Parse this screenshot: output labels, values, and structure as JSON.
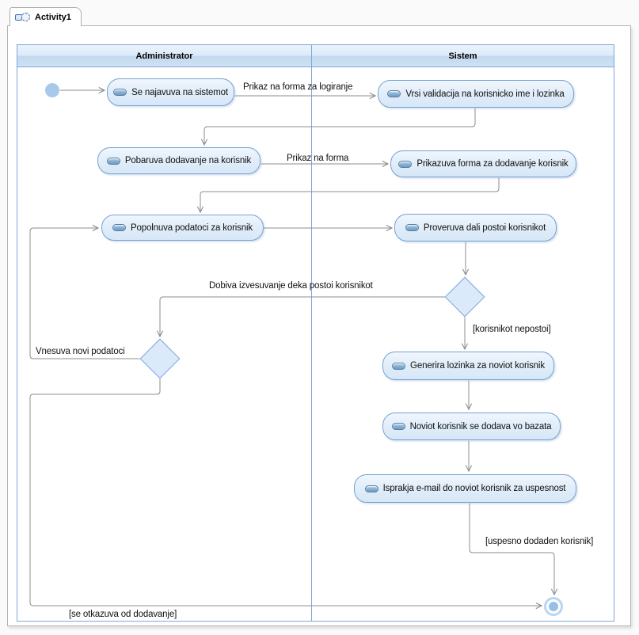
{
  "tab": {
    "title": "Activity1"
  },
  "swimlanes": {
    "left_header": "Administrator",
    "right_header": "Sistem"
  },
  "activities": {
    "a1": "Se najavuva na sistemot",
    "s1": "Vrsi validacija na korisnicko ime i lozinka",
    "a2": "Pobaruva dodavanje na korisnik",
    "s2": "Prikazuva forma za dodavanje korisnik",
    "a3": "Popolnuva podatoci za korisnik",
    "s3": "Proveruva dali postoi korisnikot",
    "s4": "Generira lozinka za noviot korisnik",
    "s5": "Noviot korisnik se dodava vo bazata",
    "s6": "Isprakja e-mail do noviot korisnik za uspesnost"
  },
  "edge_labels": {
    "login_form": "Prikaz na forma za logiranje",
    "form": "Prikaz na forma",
    "notify_exists": "Dobiva izvesuvanje deka postoi korisnikot",
    "new_data": "Vnesuva novi podatoci",
    "user_not_exists": "[korisnikot nepostoi]",
    "success": "[uspesno dodaden korisnik]",
    "cancel": "[se otkazuva od dodavanje]"
  },
  "colors": {
    "node_border": "#74a2d4",
    "node_fill": "#dfecf9",
    "lane_border": "#7da7d9",
    "header_fill": "#cde0f4",
    "edge": "#8c8c8c",
    "initial_fill": "#a9c9ea",
    "final_ring": "#b9d6f0"
  }
}
